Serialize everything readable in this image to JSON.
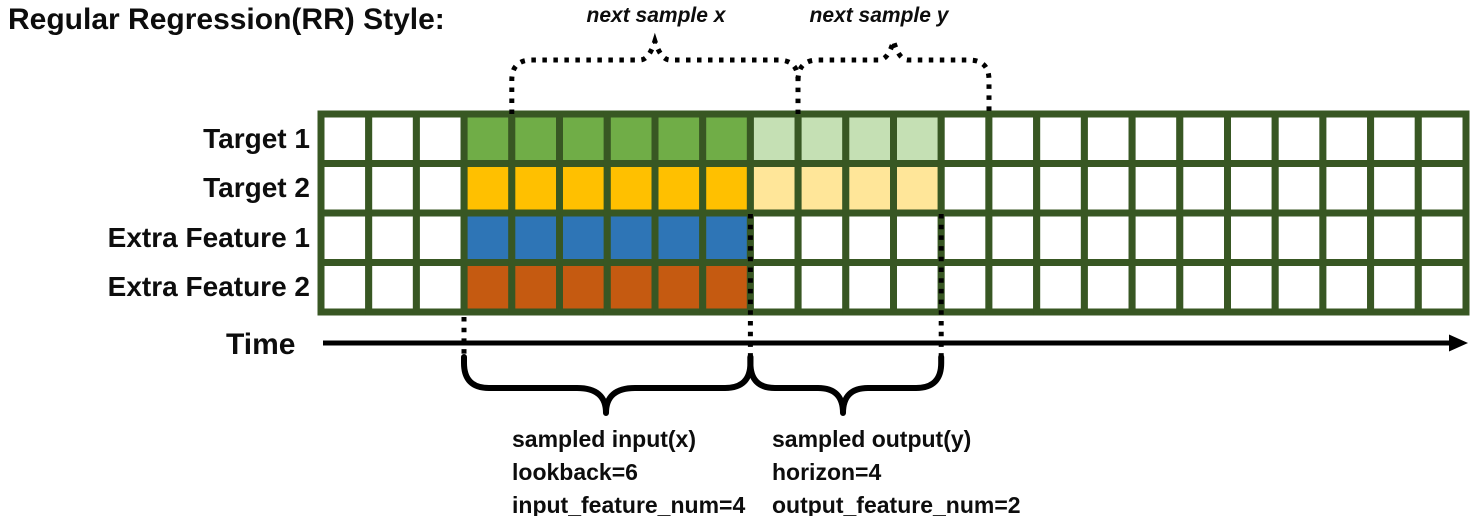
{
  "title": "Regular Regression(RR) Style:",
  "annotations": {
    "next_sample_x": "next sample x",
    "next_sample_y": "next sample y"
  },
  "rows": [
    {
      "label": "Target 1",
      "input_color": "#70AD47",
      "output_color": "#C5E0B4",
      "has_output": true
    },
    {
      "label": "Target 2",
      "input_color": "#FFC000",
      "output_color": "#FFE699",
      "has_output": true
    },
    {
      "label": "Extra Feature 1",
      "input_color": "#2E75B6",
      "output_color": "#FFFFFF",
      "has_output": false
    },
    {
      "label": "Extra Feature 2",
      "input_color": "#C55A11",
      "output_color": "#FFFFFF",
      "has_output": false
    }
  ],
  "grid": {
    "num_columns": 24,
    "input_start_col": 4,
    "input_end_col": 9,
    "output_start_col": 10,
    "output_end_col": 13,
    "border_color": "#385723",
    "empty_fill": "#FFFFFF"
  },
  "time_axis": {
    "label": "Time",
    "color": "#000000"
  },
  "sample_labels": {
    "input": {
      "line1": "sampled input(x)",
      "line2": "lookback=6",
      "line3": "input_feature_num=4"
    },
    "output": {
      "line1": "sampled output(y)",
      "line2": "horizon=4",
      "line3": "output_feature_num=2"
    }
  }
}
